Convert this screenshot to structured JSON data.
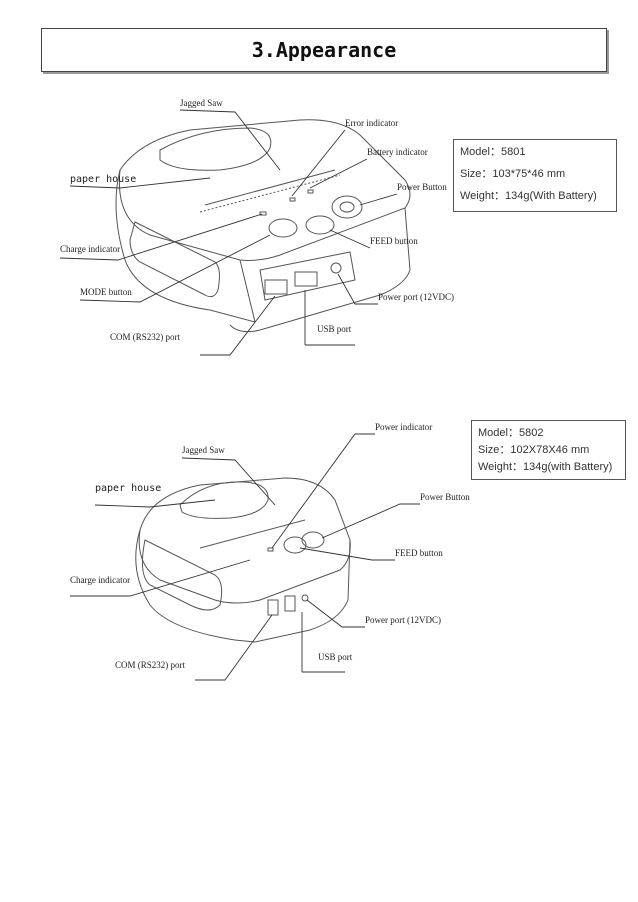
{
  "section_title": "3.Appearance",
  "model_5801": {
    "model": "Model：5801",
    "size": "Size：103*75*46 mm",
    "weight": "Weight：134g(With Battery)",
    "labels": {
      "jagged_saw": "Jagged Saw",
      "error_indicator": "Error indicator",
      "battery_indicator": "Battery indicator",
      "power_button": "Power Button",
      "paper_house": "paper house",
      "charge_indicator": "Charge indicator",
      "feed_button": "FEED button",
      "mode_button": "MODE button",
      "power_port": "Power port (12VDC)",
      "usb_port": "USB port",
      "com_port": "COM (RS232) port"
    }
  },
  "model_5802": {
    "model": "Model：5802",
    "size": "Size：102X78X46 mm",
    "weight": "Weight：134g(with Battery)",
    "labels": {
      "power_indicator": "Power indicator",
      "jagged_saw": "Jagged Saw",
      "paper_house": "paper house",
      "power_button": "Power Button",
      "feed_button": "FEED button",
      "charge_indicator": "Charge indicator",
      "power_port": "Power port (12VDC)",
      "usb_port": "USB port",
      "com_port": "COM (RS232) port"
    }
  }
}
